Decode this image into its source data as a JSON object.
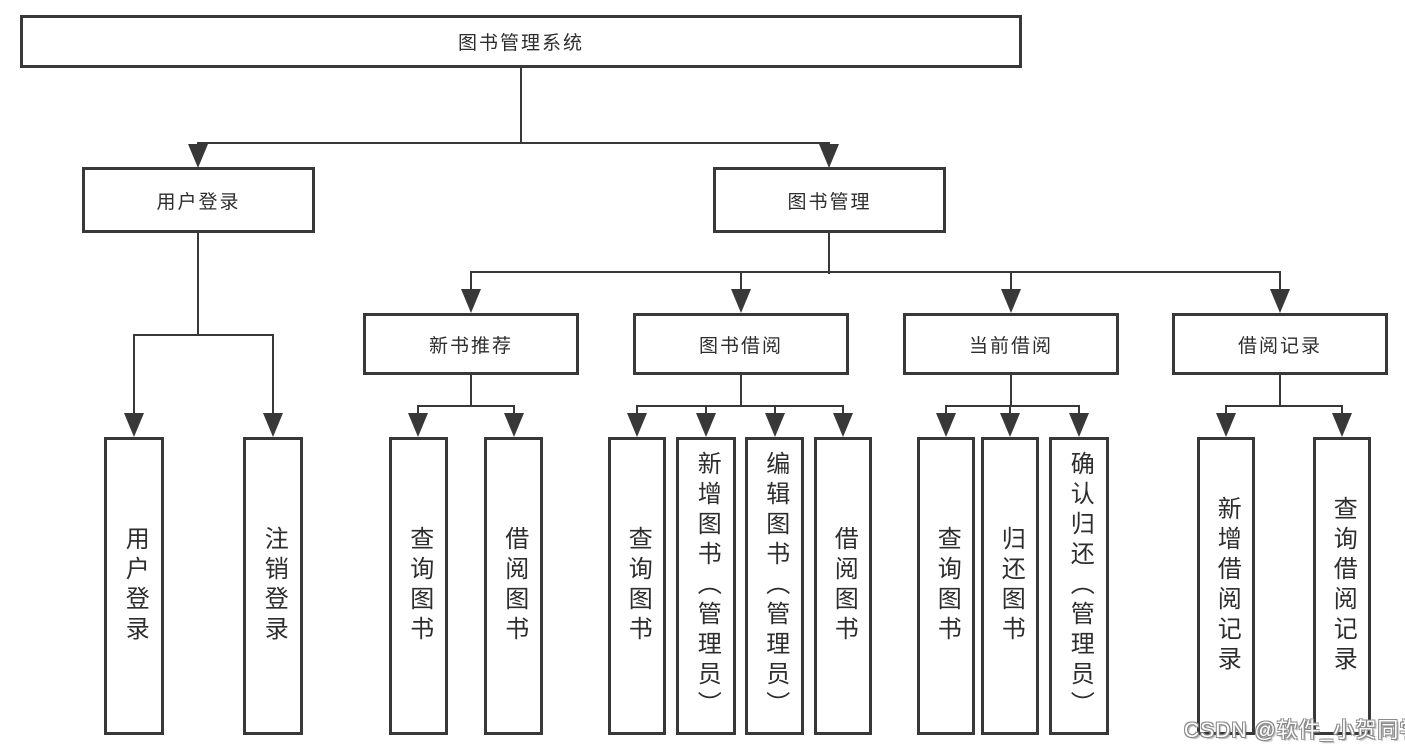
{
  "diagram": {
    "colors": {
      "line": "#383838",
      "text": "#2d2d2d",
      "background": "#ffffff"
    },
    "watermark": "CSDN @软件_小贺同学",
    "nodes": {
      "root": {
        "label": "图书管理系统"
      },
      "user_login": {
        "label": "用户登录"
      },
      "book_mgmt": {
        "label": "图书管理"
      },
      "new_book_rec": {
        "label": "新书推荐"
      },
      "book_borrow": {
        "label": "图书借阅"
      },
      "current_borrow": {
        "label": "当前借阅"
      },
      "borrow_records": {
        "label": "借阅记录"
      },
      "leaf_user_login": {
        "label": "用户登录"
      },
      "leaf_logout": {
        "label": "注销登录"
      },
      "leaf_query_book_1": {
        "label": "查询图书"
      },
      "leaf_borrow_book_1": {
        "label": "借阅图书"
      },
      "leaf_query_book_2": {
        "label": "查询图书"
      },
      "leaf_add_book": {
        "label": "新增图书（管理员）"
      },
      "leaf_edit_book": {
        "label": "编辑图书（管理员）"
      },
      "leaf_borrow_book_2": {
        "label": "借阅图书"
      },
      "leaf_query_book_3": {
        "label": "查询图书"
      },
      "leaf_return_book": {
        "label": "归还图书"
      },
      "leaf_confirm_return": {
        "label": "确认归还（管理员）"
      },
      "leaf_add_record": {
        "label": "新增借阅记录"
      },
      "leaf_query_record": {
        "label": "查询借阅记录"
      }
    }
  }
}
